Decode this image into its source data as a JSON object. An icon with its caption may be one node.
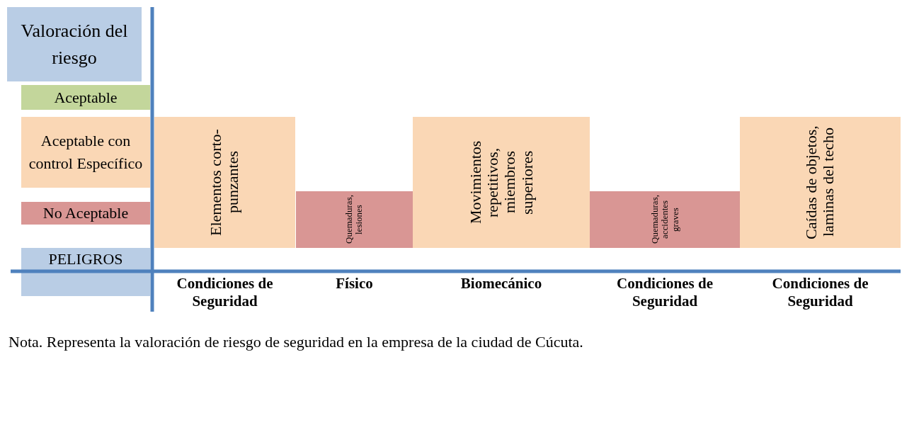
{
  "diagram": {
    "caption": "Nota. Representa la valoración de riesgo de seguridad en la empresa de la ciudad de Cúcuta.",
    "nodes": [
      {
        "text": [
          "Elementos corto-punzantes"
        ]
      },
      {
        "text": [
          "Quemaduras, lesiones"
        ]
      },
      {
        "text": [
          "Movimientos repetitivos, miembros superiores"
        ]
      },
      {
        "text": [
          "Quemaduras, accidentes graves"
        ]
      },
      {
        "text": [
          "Caídas de objetos, laminas del techo"
        ]
      }
    ],
    "labels": [
      "Valoración del riesgo",
      "PELIGROS",
      "Condiciones de Seguridad",
      "Físico",
      "Biomecánico",
      "Condiciones de Seguridad",
      "Condiciones de Seguridad"
    ],
    "legend": [
      {
        "text": "Aceptable",
        "color": "#c3d69b"
      },
      {
        "text": "Aceptable con control Específico",
        "color": "#fad7b5"
      },
      {
        "text": "No Aceptable",
        "color": "#d99694"
      }
    ]
  }
}
